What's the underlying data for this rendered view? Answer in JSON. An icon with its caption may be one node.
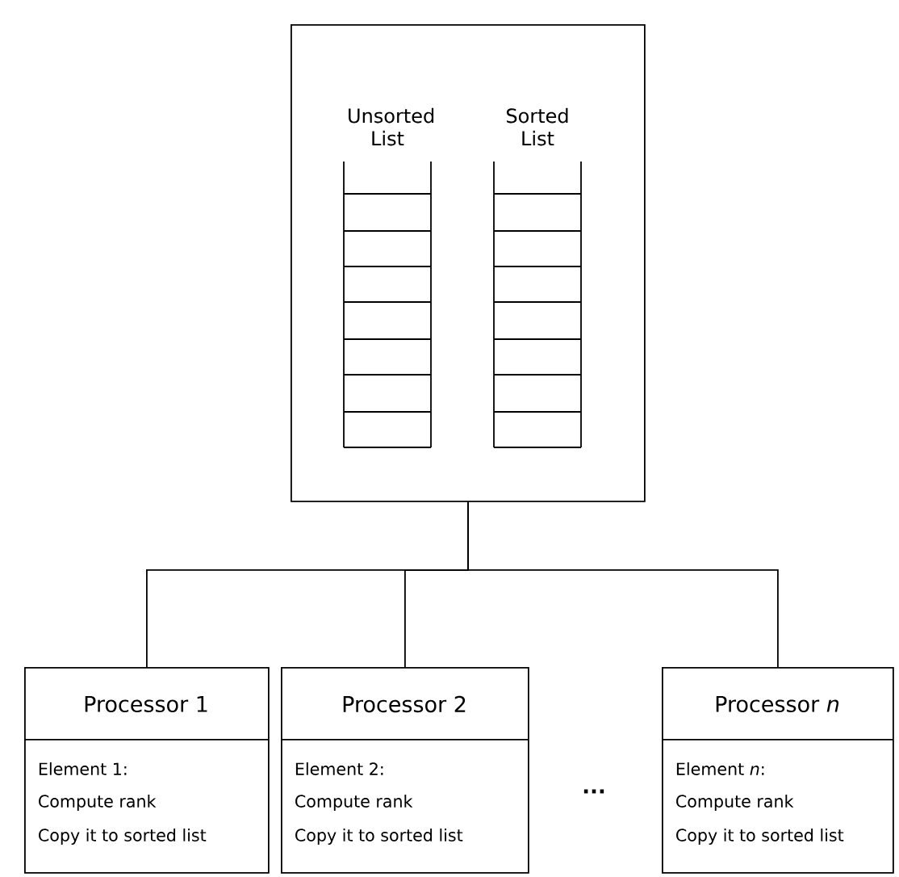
{
  "diagram": {
    "nodes": [
      {
        "text": [],
        "shape": "box"
      },
      {
        "text": [
          "Unsorted List"
        ],
        "in": 0
      },
      {
        "text": [
          "Sorted List"
        ],
        "in": 0
      },
      {
        "text": [
          "Processor 1",
          "Element 1:",
          "Compute rank",
          "Copy it to sorted list"
        ]
      },
      {
        "text": [
          "Processor 2",
          "Element 2:",
          "Compute rank",
          "Copy it to sorted list"
        ]
      },
      {
        "text": [
          "Processor *n*",
          "Element *n*:",
          "Compute rank",
          "Copy it to sorted list"
        ]
      }
    ],
    "edges": [
      {
        "from": 0,
        "to": 3,
        "arrow": "none"
      },
      {
        "from": 0,
        "to": 4,
        "arrow": "none"
      },
      {
        "from": 0,
        "to": 5,
        "arrow": "none"
      }
    ],
    "labels": [
      "..."
    ]
  }
}
